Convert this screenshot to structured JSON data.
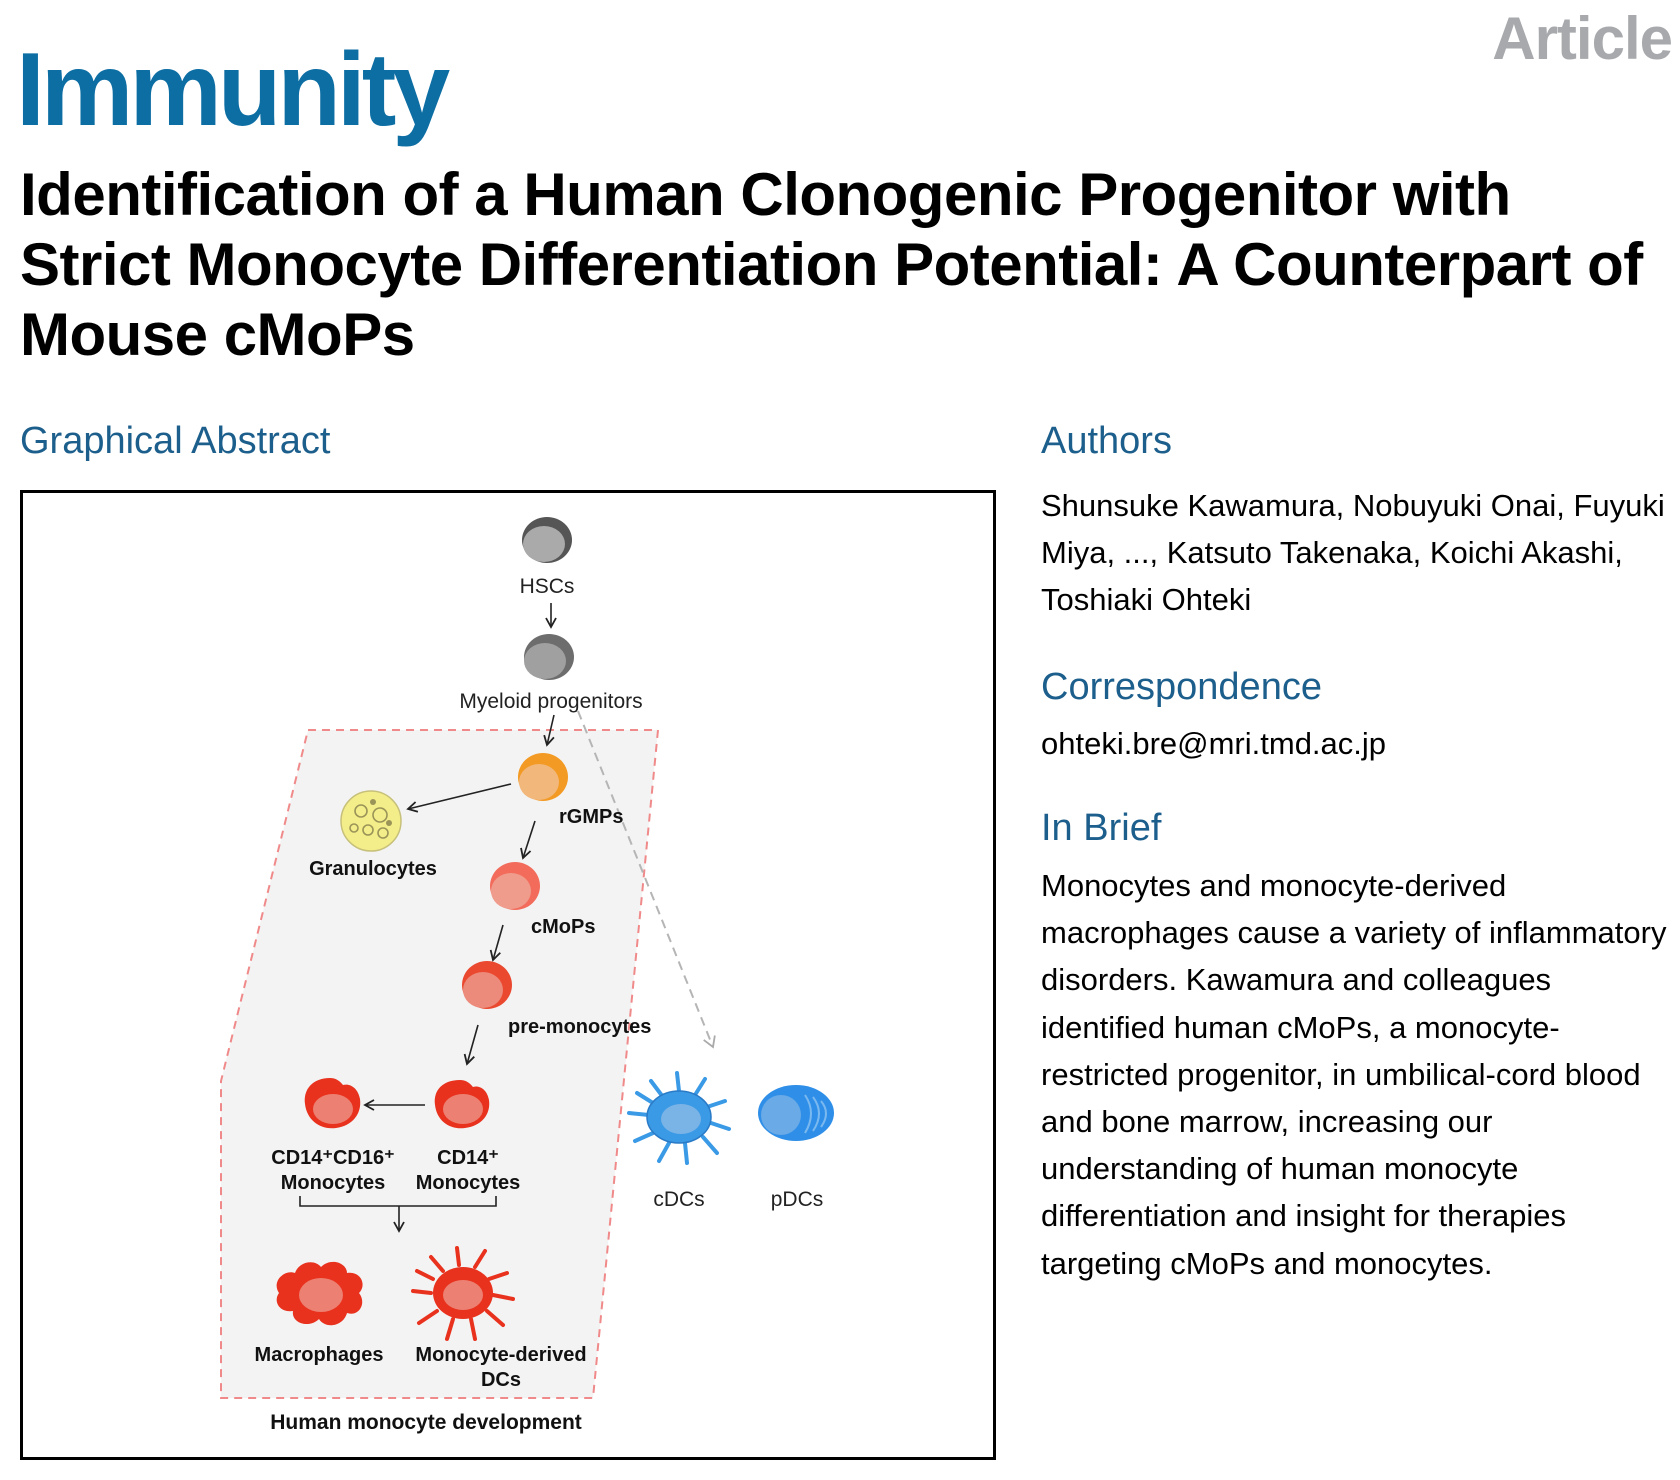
{
  "header": {
    "article_label": "Article",
    "journal": "Immunity"
  },
  "title": "Identification of a Human Clonogenic Progenitor with Strict Monocyte Differentiation Potential: A Counterpart of Mouse cMoPs",
  "graphical_abstract": {
    "heading": "Graphical Abstract",
    "labels": {
      "hscs": "HSCs",
      "myeloid_progenitors": "Myeloid progenitors",
      "rgmps": "rGMPs",
      "granulocytes": "Granulocytes",
      "cmops": "cMoPs",
      "pre_monocytes": "pre-monocytes",
      "cd14_cd16_line1": "CD14⁺CD16⁺",
      "cd14_cd16_line2": "Monocytes",
      "cd14_line1": "CD14⁺",
      "cd14_line2": "Monocytes",
      "macrophages": "Macrophages",
      "mo_dcs_line1": "Monocyte-derived",
      "mo_dcs_line2": "DCs",
      "cdcs": "cDCs",
      "pdcs": "pDCs",
      "region_caption": "Human monocyte development"
    },
    "colors": {
      "hsc": "#8a8a8a",
      "rgmp": "#f39a24",
      "cmop": "#f26b5b",
      "monocyte": "#e8321e",
      "granulocyte": "#f4ee8a",
      "dc": "#3a9ae6",
      "region_fill": "#f3f3f3",
      "region_border": "#f08a8a"
    }
  },
  "authors": {
    "heading": "Authors",
    "text": "Shunsuke Kawamura, Nobuyuki Onai, Fuyuki Miya, ..., Katsuto Takenaka, Koichi Akashi, Toshiaki Ohteki"
  },
  "correspondence": {
    "heading": "Correspondence",
    "email": "ohteki.bre@mri.tmd.ac.jp"
  },
  "in_brief": {
    "heading": "In Brief",
    "text": "Monocytes and monocyte-derived macrophages cause a variety of inflammatory disorders. Kawamura and colleagues identified human cMoPs, a monocyte-restricted progenitor, in umbilical-cord blood and bone marrow, increasing our understanding of human monocyte differentiation and insight for therapies targeting cMoPs and monocytes."
  }
}
